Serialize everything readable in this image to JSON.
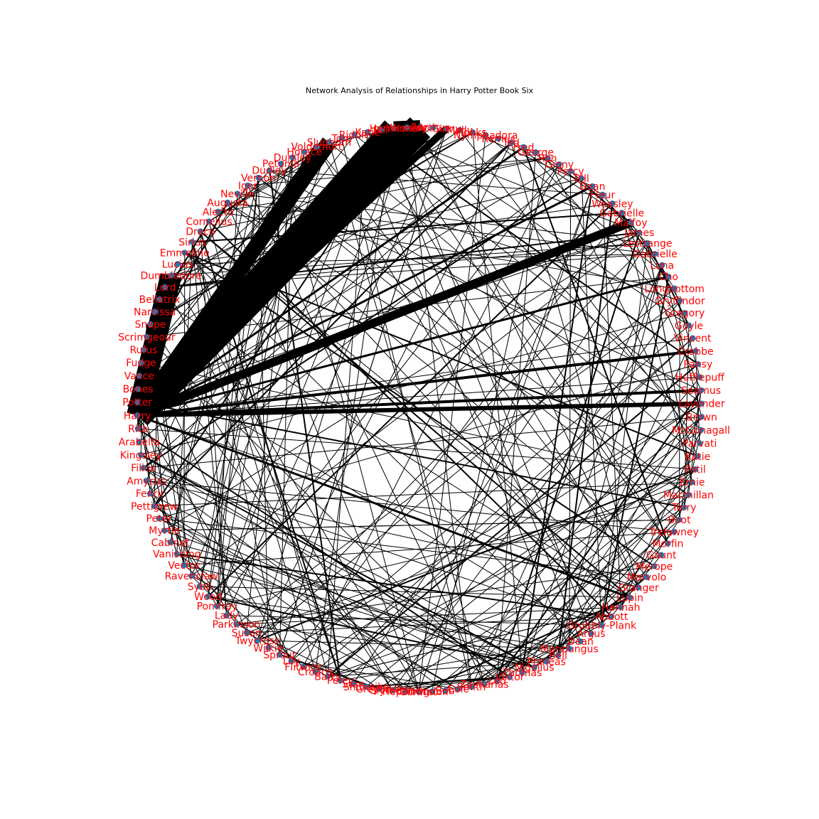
{
  "title": "Network Analysis of Relationships in Harry Potter Book Six",
  "colors": {
    "node": "#1f77b4",
    "label": "#ff0000",
    "edge": "#000000",
    "background": "#ffffff"
  },
  "chart_data": {
    "type": "network",
    "layout": "circular",
    "title": "Network Analysis of Relationships in Harry Potter Book Six",
    "nodes": [
      "Harry",
      "Potter",
      "Bones",
      "Vance",
      "Fudge",
      "Rufus",
      "Scrimgeour",
      "Snape",
      "Narcissa",
      "Bellatrix",
      "Lord",
      "Dumbledore",
      "Lucius",
      "Emmeline",
      "Sirius",
      "Draco",
      "Cornelius",
      "Alecto",
      "Augusta",
      "Neville",
      "Igor",
      "Vernon",
      "Dudley",
      "Petunia",
      "Dursley",
      "Horace",
      "Voldemort",
      "Slughorn",
      "Tom",
      "Riddle",
      "Katie",
      "Bill",
      "Hermione",
      "Weasley",
      "Ron",
      "Arthur",
      "Ginny",
      "Molly",
      "Tonks",
      "Nymphadora",
      "Remus",
      "Ted",
      "Fred",
      "George",
      "Ron",
      "Ginny",
      "Percy",
      "Bill",
      "Dean",
      "Fleur",
      "Weasley",
      "Gabrielle",
      "Malfoy",
      "James",
      "Lestrange",
      "Gabrielle",
      "Luna",
      "Cho",
      "Longbottom",
      "Gryffindor",
      "Gregory",
      "Goyle",
      "Vincent",
      "Crabbe",
      "Pansy",
      "Hufflepuff",
      "Seamus",
      "Lavender",
      "Brown",
      "McGonagall",
      "Parvati",
      "Katie",
      "Patil",
      "Ernie",
      "Macmillan",
      "Terry",
      "Boot",
      "Trelawney",
      "Morfin",
      "Gaunt",
      "Merope",
      "Marvolo",
      "Granger",
      "Lupin",
      "Hannah",
      "Abbott",
      "Grubbly-Plank",
      "Argus",
      "Dean",
      "Mundungus",
      "Bell",
      "Phineas",
      "Nigellus",
      "Thomas",
      "Viktor",
      "Leo",
      "Zacharias",
      "Smith",
      "Cole",
      "Bob",
      "Ogden",
      "Cormac",
      "Hepzibah",
      "Slytherin",
      "Greyback",
      "Shunpike",
      "Stan",
      "Percy",
      "Barty",
      "Crouch",
      "Flitwick",
      "Lily",
      "Sprout",
      "Wilkie",
      "Twycross",
      "Susan",
      "Parkinson",
      "Lady",
      "Pomfrey",
      "Wood",
      "Sybil",
      "Ravenclaw",
      "Vector",
      "Vanishing",
      "Cabinet",
      "Myrtle",
      "Peter",
      "Pettigrew",
      "Fenrir",
      "Amycus",
      "Filius",
      "Kingsley",
      "Arabella",
      "Rita"
    ],
    "edges": [
      {
        "source": "Harry",
        "target": "Ron",
        "weight": 40
      },
      {
        "source": "Harry",
        "target": "Hermione",
        "weight": 34
      },
      {
        "source": "Harry",
        "target": "Dumbledore",
        "weight": 30
      },
      {
        "source": "Harry",
        "target": "Slughorn",
        "weight": 22
      },
      {
        "source": "Harry",
        "target": "Malfoy",
        "weight": 12
      },
      {
        "source": "Harry",
        "target": "Ginny",
        "weight": 10
      },
      {
        "source": "Harry",
        "target": "Snape",
        "weight": 10
      },
      {
        "source": "Harry",
        "target": "Voldemort",
        "weight": 8
      },
      {
        "source": "Harry",
        "target": "Lavender",
        "weight": 6
      },
      {
        "source": "Harry",
        "target": "Seamus",
        "weight": 4
      },
      {
        "source": "Harry",
        "target": "Crabbe",
        "weight": 4
      },
      {
        "source": "Harry",
        "target": "Cho",
        "weight": 3
      },
      {
        "source": "Harry",
        "target": "Lupin",
        "weight": 3
      },
      {
        "source": "Harry",
        "target": "Dean",
        "weight": 3
      },
      {
        "source": "Harry",
        "target": "Fred",
        "weight": 3
      },
      {
        "source": "Ron",
        "target": "Hermione",
        "weight": 20
      }
    ]
  }
}
